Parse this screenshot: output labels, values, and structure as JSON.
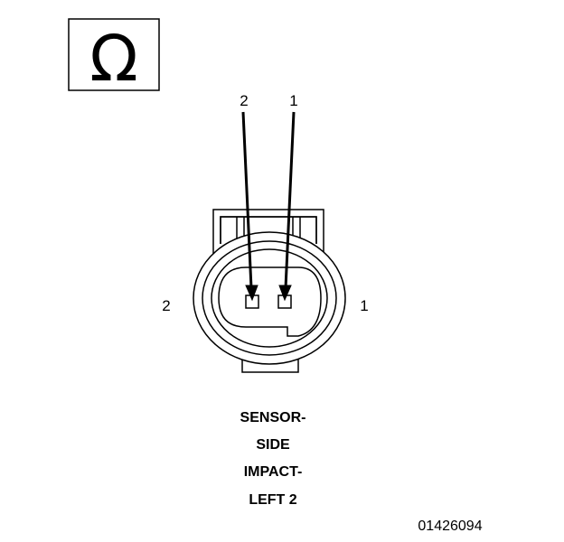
{
  "icon": {
    "name": "ohm-symbol-icon",
    "glyph": "Ω"
  },
  "probe_labels": {
    "left": "2",
    "right": "1"
  },
  "pin_labels": {
    "left": "2",
    "right": "1"
  },
  "caption": {
    "line1": "SENSOR-",
    "line2": "SIDE",
    "line3": "IMPACT-",
    "line4": "LEFT 2"
  },
  "figure_code": "01426094"
}
